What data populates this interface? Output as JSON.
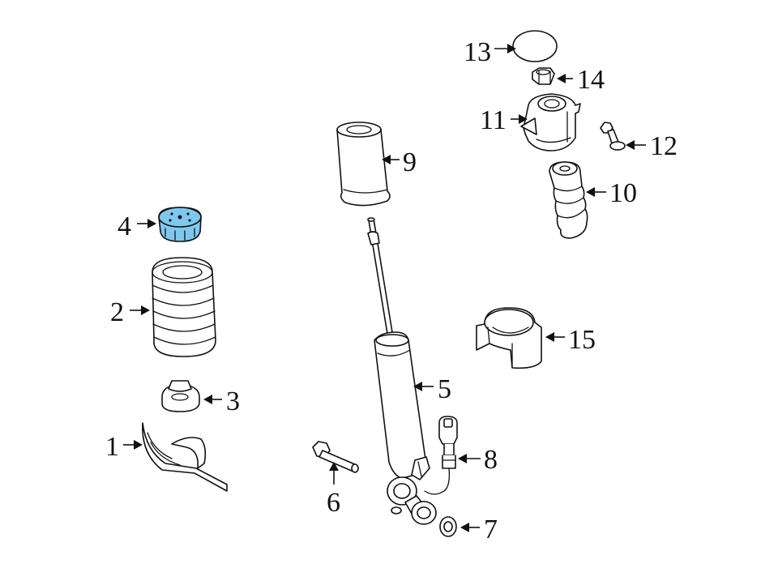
{
  "diagram": {
    "highlight_color": "#7ec8ee",
    "line_color": "#111111",
    "callouts": {
      "c1": "1",
      "c2": "2",
      "c3": "3",
      "c4": "4",
      "c5": "5",
      "c6": "6",
      "c7": "7",
      "c8": "8",
      "c9": "9",
      "c10": "10",
      "c11": "11",
      "c12": "12",
      "c13": "13",
      "c14": "14",
      "c15": "15"
    }
  }
}
